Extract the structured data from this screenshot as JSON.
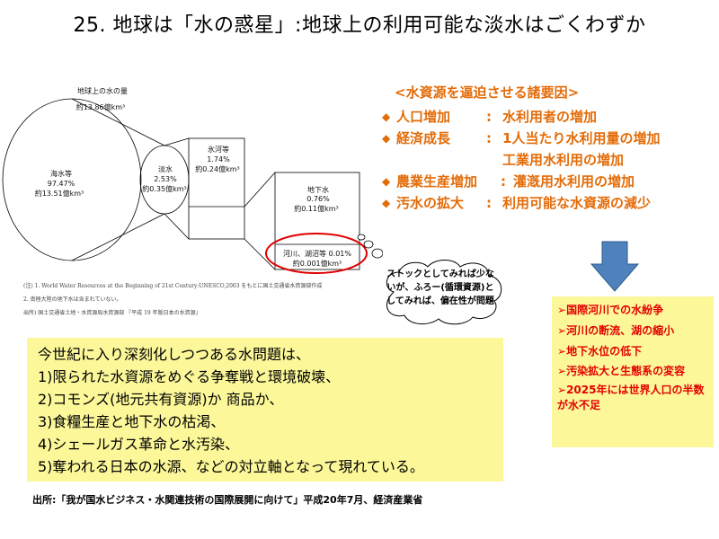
{
  "title": "25. 地球は「水の惑星」:地球上の利用可能な淡水はごくわずか",
  "diagram": {
    "total_label": "地球上の水の量",
    "total_value": "約13.86億km³",
    "seawater": {
      "name": "海水等",
      "percent": "97.47%",
      "volume": "約13.51億km³"
    },
    "freshwater": {
      "name": "淡水",
      "percent": "2.53%",
      "volume": "約0.35億km³"
    },
    "ice": {
      "name": "氷河等",
      "percent": "1.74%",
      "volume": "約0.24億km³"
    },
    "groundwater": {
      "name": "地下水",
      "percent": "0.76%",
      "volume": "約0.11億km³"
    },
    "surface": {
      "name": "河川、湖沼等 0.01%",
      "volume": "約0.001億km³"
    },
    "notes": [
      "(注)  1. World Water Resources at the Beginning of 21st Century:UNESCO,2003 をもとに国土交通省水資源部作成",
      "       2. 南極大陸の地下水は含まれていない。",
      "出所) 国土交通省土地・水資源局水資源部 『平成 19 年版日本の水資源』"
    ]
  },
  "factors": {
    "heading": "<水資源を逼迫させる諸要因>",
    "items": [
      {
        "cause": "人口増加",
        "effect": "水利用者の増加"
      },
      {
        "cause": "経済成長",
        "effect": "1人当たり水利用量の増加"
      },
      {
        "cause": "",
        "effect": "工業用水利用の増加"
      },
      {
        "cause": "農業生産増加",
        "effect": "灌漑用水利用の増加"
      },
      {
        "cause": "汚水の拡大",
        "effect": "利用可能な水資源の減少"
      }
    ],
    "separator": ":",
    "bullet": "◆"
  },
  "cloud_text": "ストックとしてみれば少ないが、ふろー(循環資源)としてみれば、偏在性が問題",
  "consequences": {
    "marker": "➢",
    "items": [
      "国際河川での水紛争",
      "河川の断流、湖の縮小",
      "地下水位の低下",
      "汚染拡大と生態系の変容",
      "2025年には世界人口の半数が水不足"
    ]
  },
  "issues": {
    "lines": [
      "今世紀に入り深刻化しつつある水問題は、",
      "1)限られた水資源をめぐる争奪戦と環境破壊、",
      "2)コモンズ(地元共有資源)か  商品か、",
      "3)食糧生産と地下水の枯渇、",
      "4)シェールガス革命と水汚染、",
      "5)奪われる日本の水源、などの対立軸となって現れている。"
    ]
  },
  "source": "出所:「我が国水ビジネス・水関連技術の国際展開に向けて」平成20年7月、経済産業省",
  "colors": {
    "orange": "#E36C09",
    "red": "#E30000",
    "yellow_box": "#FCF89A",
    "arrow_blue": "#4F81BD",
    "circle_red": "#E00000"
  }
}
